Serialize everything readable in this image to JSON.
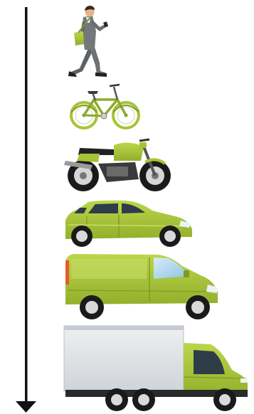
{
  "diagram": {
    "kind": "vertical-ordering",
    "arrow_direction": "down",
    "items": [
      {
        "name": "pedestrian",
        "icon": "walking-person-icon"
      },
      {
        "name": "bicycle",
        "icon": "bicycle-icon"
      },
      {
        "name": "motorcycle",
        "icon": "motorcycle-icon"
      },
      {
        "name": "car",
        "icon": "hatchback-car-icon"
      },
      {
        "name": "van",
        "icon": "van-icon"
      },
      {
        "name": "truck",
        "icon": "box-truck-icon"
      }
    ]
  },
  "colors": {
    "accent_green": "#a6c436",
    "accent_green_dark": "#7f9a24",
    "arrow": "#111111",
    "tire": "#1a1a1a",
    "glass": "#a9d2ea",
    "cargo_box": "#dfe3e6"
  }
}
